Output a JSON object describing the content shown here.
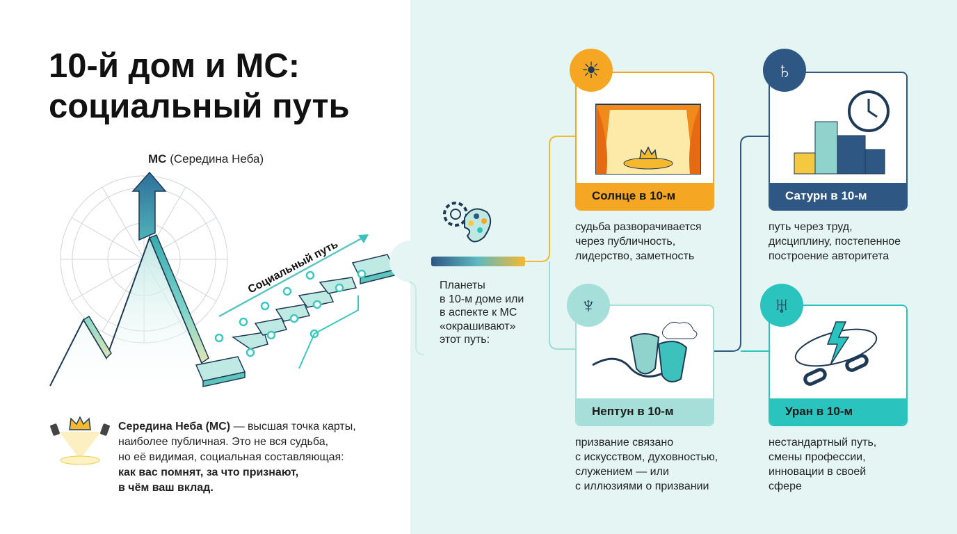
{
  "title": {
    "line1": "10-й дом и МС:",
    "line2": "социальный путь"
  },
  "diagram": {
    "mc_abbr": "МС",
    "mc_full": "(Середина Неба)",
    "path_label": "Социальный путь"
  },
  "note": {
    "bold_lead": "Середина Неба (МС)",
    "line1_rest": " — высшая точка карты,",
    "line2": "наиболее публичная. Это не вся судьба,",
    "line3": "но её видимая, социальная составляющая:",
    "bold_line4": "как вас помнят, за что признают,",
    "bold_line5": "в чём ваш вклад."
  },
  "intro": {
    "lines": [
      "Планеты",
      "в 10-м доме или",
      "в аспекте к МС",
      "«окрашивают»",
      "этот путь:"
    ]
  },
  "cards": [
    {
      "title": "Солнце в 10-м",
      "icon": "sun-icon",
      "color": "#f5a623",
      "desc": [
        "судьба разворачивается",
        "через публичность,",
        "лидерство, заметность"
      ]
    },
    {
      "title": "Сатурн в 10-м",
      "icon": "saturn-icon",
      "color": "#2e5783",
      "desc": [
        "путь через труд,",
        "дисциплину, постепенное",
        "построение авторитета"
      ]
    },
    {
      "title": "Нептун в 10-м",
      "icon": "neptune-icon",
      "color": "#a6ded9",
      "desc": [
        "призвание связано",
        "с искусством, духовностью,",
        "служением — или",
        "с иллюзиями о призвании"
      ]
    },
    {
      "title": "Уран в 10-м",
      "icon": "uranus-icon",
      "color": "#2bc3bd",
      "desc": [
        "нестандартный путь,",
        "смены профессии,",
        "инновации в своей",
        "сфере"
      ]
    }
  ]
}
